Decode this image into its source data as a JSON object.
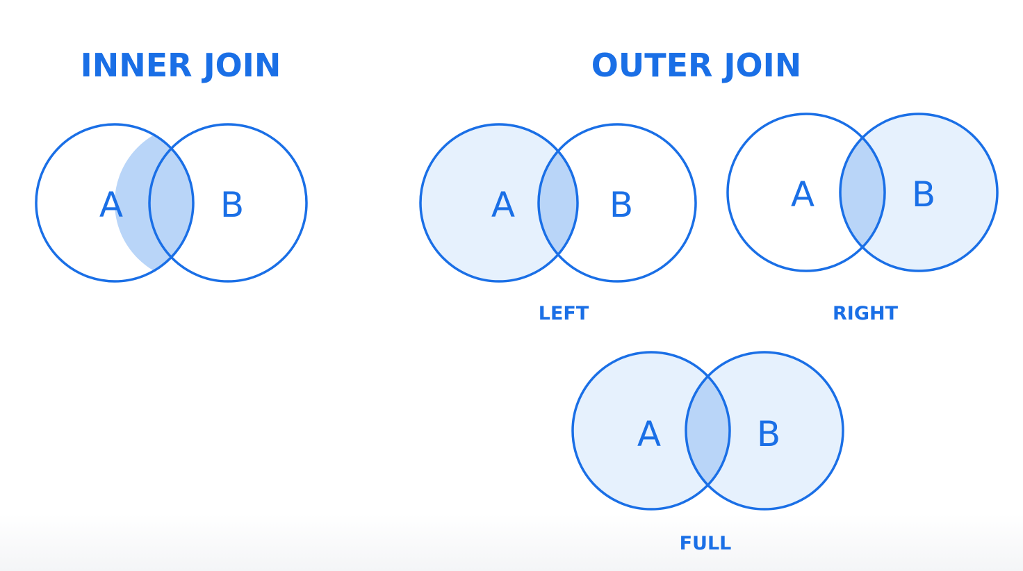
{
  "headings": {
    "inner": "INNER JOIN",
    "outer": "OUTER JOIN"
  },
  "captions": {
    "left": "LEFT",
    "right": "RIGHT",
    "full": "FULL"
  },
  "sets": {
    "a": "A",
    "b": "B"
  },
  "colors": {
    "accent": "#1a6fe6",
    "set_fill": "#e6f1fd",
    "overlap_fill": "#b9d5f8"
  },
  "diagrams": [
    {
      "id": "inner",
      "highlight": [
        "intersection"
      ]
    },
    {
      "id": "left",
      "highlight": [
        "A",
        "intersection"
      ]
    },
    {
      "id": "right",
      "highlight": [
        "B",
        "intersection"
      ]
    },
    {
      "id": "full",
      "highlight": [
        "A",
        "B",
        "intersection"
      ]
    }
  ]
}
